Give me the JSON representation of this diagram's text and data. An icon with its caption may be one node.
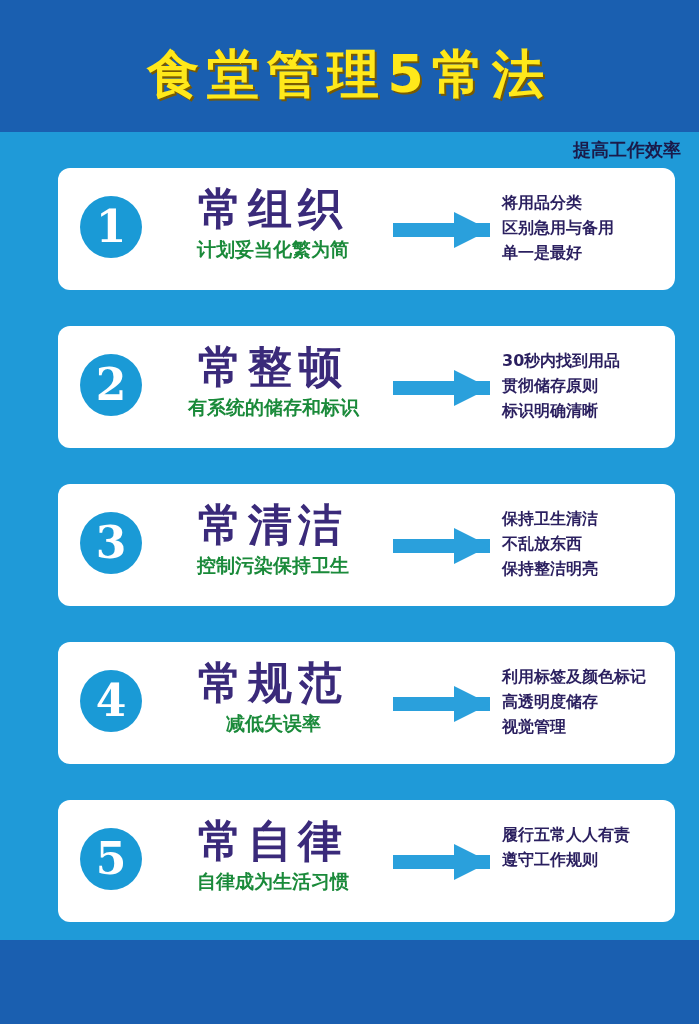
{
  "diagram": {
    "title": "食堂管理5常法",
    "nodes": [
      {
        "text": [],
        "shape": "box"
      },
      {
        "text": [
          "1"
        ],
        "in": 0
      },
      {
        "text": [
          "常组织",
          "计划妥当化繁为简"
        ],
        "in": 0
      },
      {
        "text": [
          "将用品分类",
          "区别急用与备用",
          "单一是最好"
        ],
        "in": 0
      },
      {
        "text": [],
        "shape": "box"
      },
      {
        "text": [
          "2"
        ],
        "in": 4
      },
      {
        "text": [
          "常整顿",
          "有系统的储存和标识"
        ],
        "in": 4
      },
      {
        "text": [
          "30秒内找到用品",
          "贯彻储存原则",
          "标识明确清晰"
        ],
        "in": 4
      },
      {
        "text": [],
        "shape": "box"
      },
      {
        "text": [
          "3"
        ],
        "in": 8
      },
      {
        "text": [
          "常清洁",
          "控制污染保持卫生"
        ],
        "in": 8
      },
      {
        "text": [
          "保持卫生清洁",
          "不乱放东西",
          "保持整洁明亮"
        ],
        "in": 8
      },
      {
        "text": [],
        "shape": "box"
      },
      {
        "text": [
          "4"
        ],
        "in": 12
      },
      {
        "text": [
          "常规范",
          "减低失误率"
        ],
        "in": 12
      },
      {
        "text": [
          "利用标签及颜色标记",
          "高透明度储存",
          "视觉管理"
        ],
        "in": 12
      },
      {
        "text": [],
        "shape": "box"
      },
      {
        "text": [
          "5"
        ],
        "in": 16
      },
      {
        "text": [
          "常自律",
          "自律成为生活习惯"
        ],
        "in": 16
      },
      {
        "text": [
          "履行五常人人有责",
          "遵守工作规则"
        ],
        "in": 16
      }
    ],
    "edges": [
      {
        "from": 2,
        "to": 3,
        "arrow": "to"
      },
      {
        "from": 6,
        "to": 7,
        "arrow": "to"
      },
      {
        "from": 10,
        "to": 11,
        "arrow": "to"
      },
      {
        "from": 14,
        "to": 15,
        "arrow": "to"
      },
      {
        "from": 18,
        "to": 19,
        "arrow": "to"
      }
    ],
    "labels": [
      "提高工作效率"
    ]
  }
}
